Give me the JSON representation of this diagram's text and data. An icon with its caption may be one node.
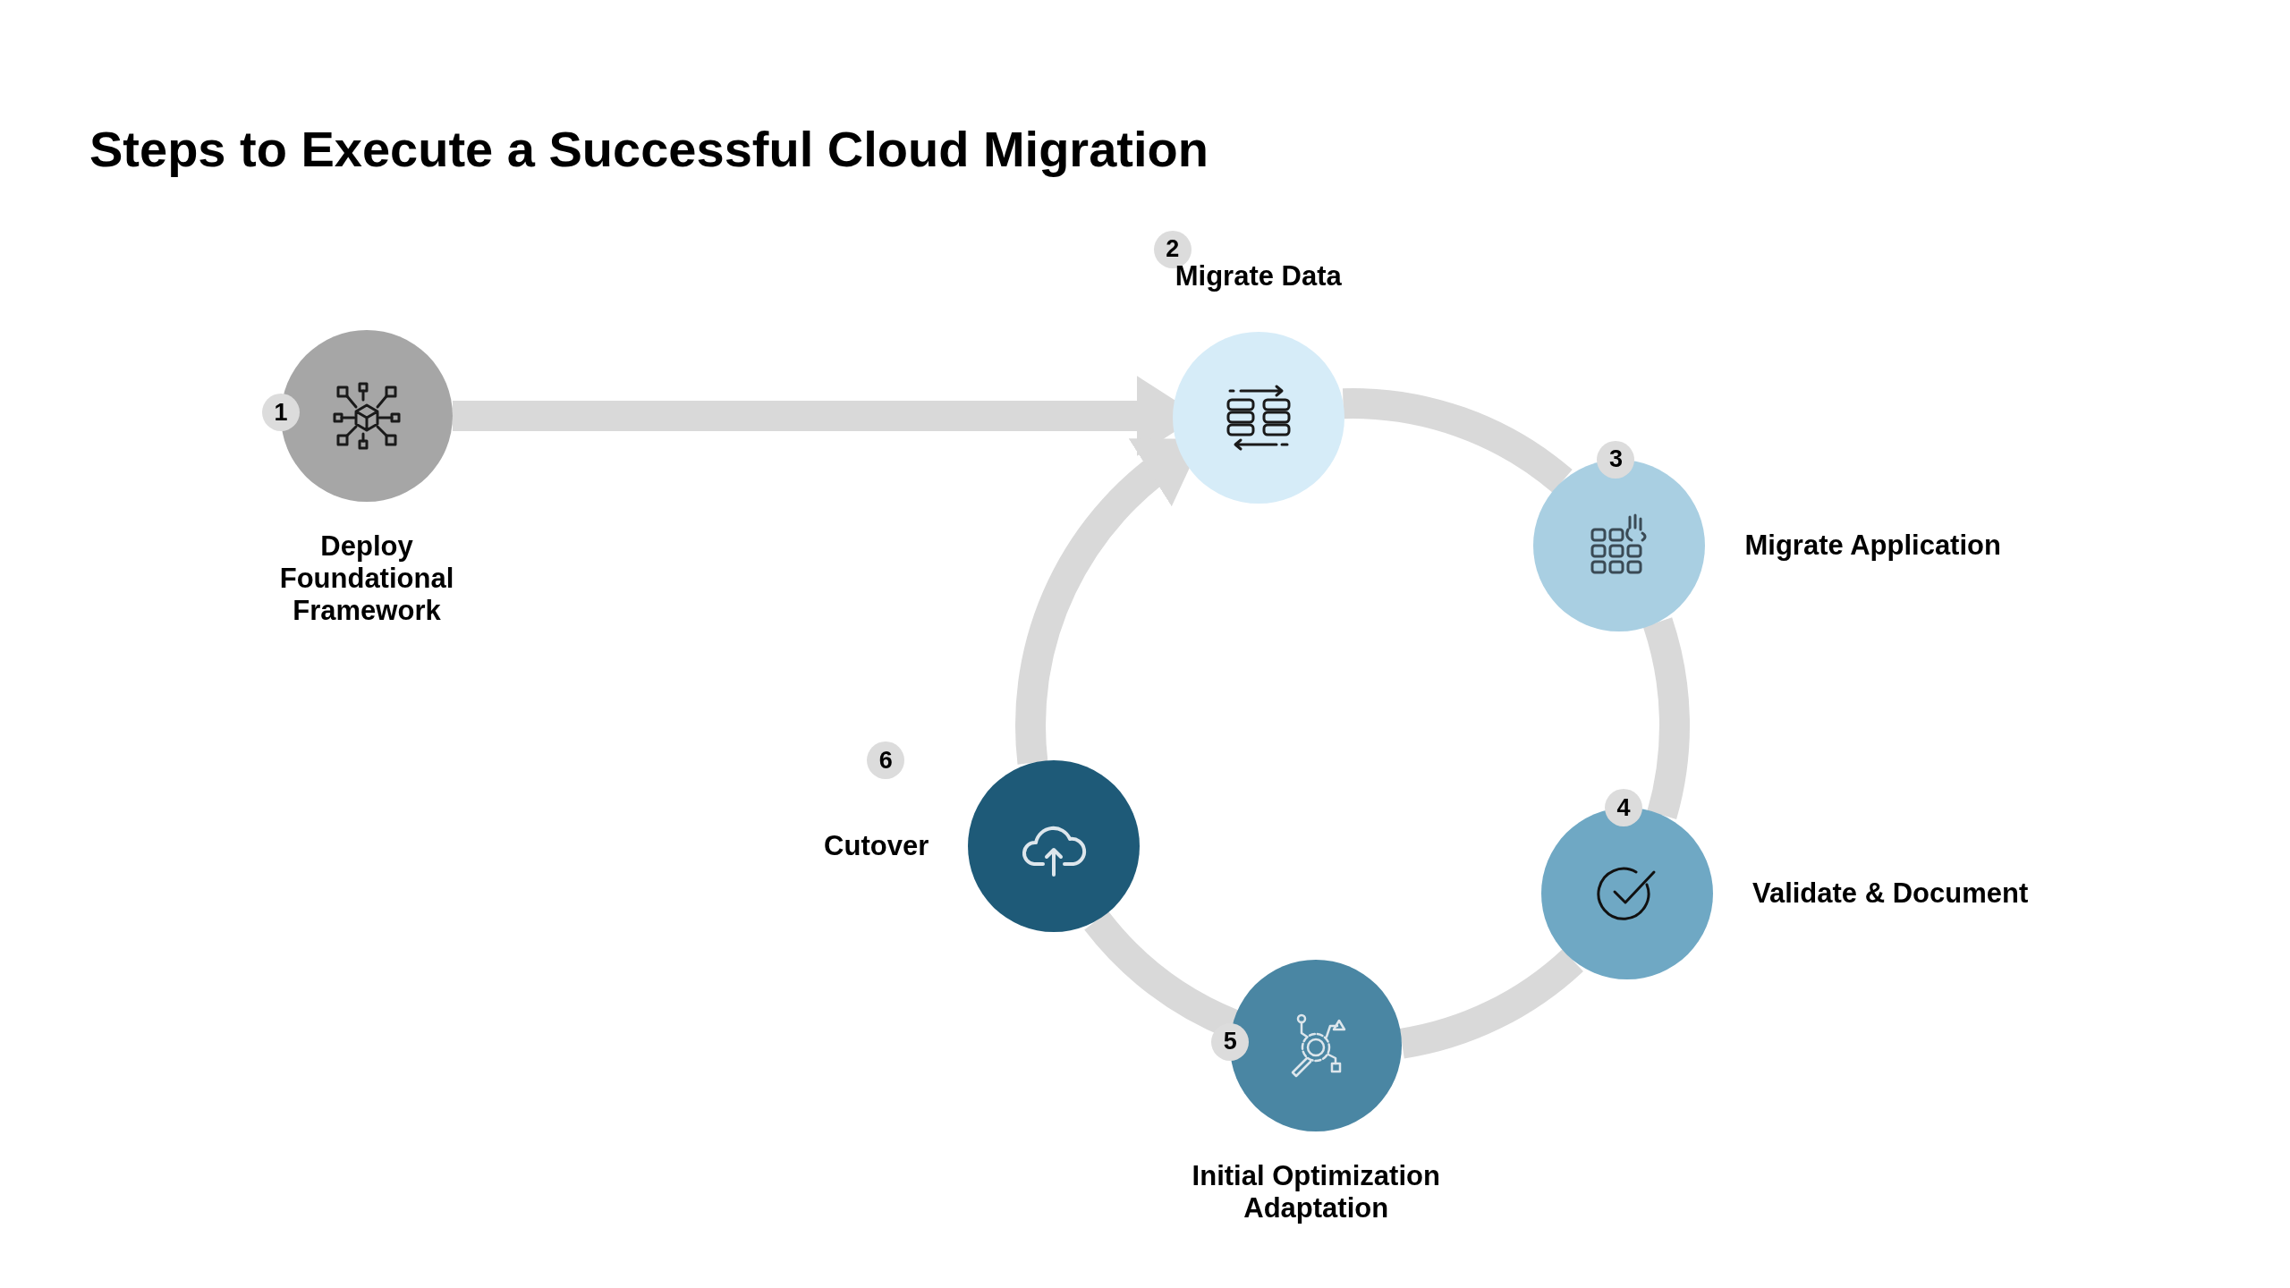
{
  "diagram": {
    "title": "Steps to Execute a Successful Cloud Migration",
    "nodes": [
      {
        "text": [
          "1",
          "Deploy Foundational Framework"
        ]
      },
      {
        "text": [
          "2",
          "Migrate Data"
        ]
      },
      {
        "text": [
          "3",
          "Migrate Application"
        ]
      },
      {
        "text": [
          "4",
          "Validate & Document"
        ]
      },
      {
        "text": [
          "5",
          "Initial Optimization Adaptation"
        ]
      },
      {
        "text": [
          "6",
          "Cutover"
        ]
      }
    ],
    "edges": [
      {
        "from": 0,
        "to": 1,
        "arrow": "to"
      },
      {
        "from": 1,
        "to": 2,
        "arrow": "none"
      },
      {
        "from": 2,
        "to": 3,
        "arrow": "none"
      },
      {
        "from": 3,
        "to": 4,
        "arrow": "none"
      },
      {
        "from": 4,
        "to": 5,
        "arrow": "none"
      },
      {
        "from": 5,
        "to": 1,
        "arrow": "to"
      }
    ]
  }
}
